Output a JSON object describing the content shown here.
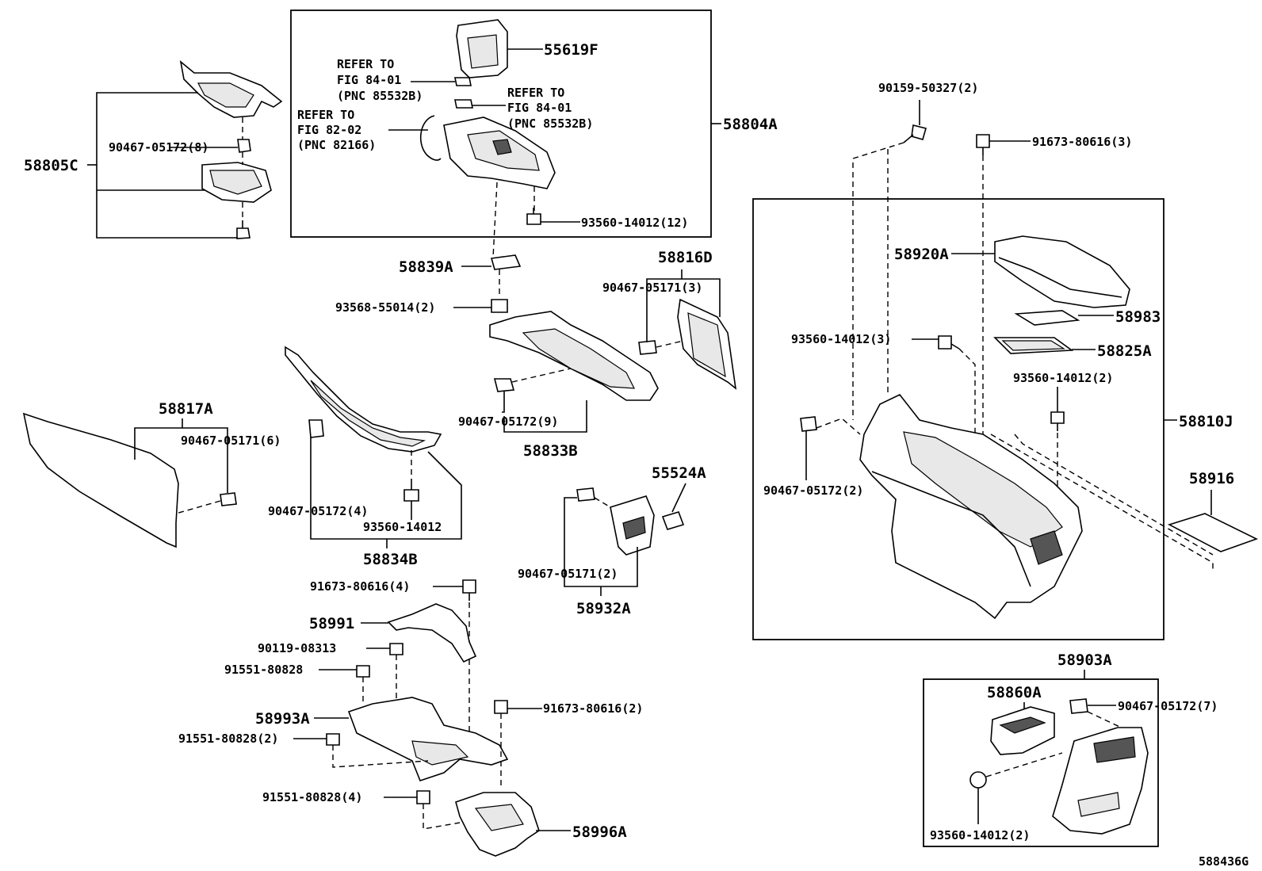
{
  "figure_id": "588436G",
  "labels": {
    "p55619F": "55619F",
    "p58804A": "58804A",
    "p58805C": "58805C",
    "ref85532_1": "REFER TO",
    "ref85532_2": "FIG 84-01",
    "ref85532_3": "(PNC 85532B)",
    "ref85532b_1": "REFER TO",
    "ref85532b_2": "FIG 84-01",
    "ref85532b_3": "(PNC 85532B)",
    "ref82166_1": "REFER TO",
    "ref82166_2": "FIG 82-02",
    "ref82166_3": "(PNC 82166)",
    "c90467_05172_8": "90467-05172(8)",
    "c93560_14012_12": "93560-14012(12)",
    "p58839A": "58839A",
    "p58816D": "58816D",
    "c90467_05171_3": "90467-05171(3)",
    "c93568_55014_2": "93568-55014(2)",
    "p58817A": "58817A",
    "c90467_05171_6": "90467-05171(6)",
    "c90467_05172_9": "90467-05172(9)",
    "p58833B": "58833B",
    "c90467_05172_4": "90467-05172(4)",
    "c93560_14012": "93560-14012",
    "p58834B": "58834B",
    "p55524A": "55524A",
    "c90467_05171_2": "90467-05171(2)",
    "p58932A": "58932A",
    "c91673_80616_4": "91673-80616(4)",
    "p58991": "58991",
    "c90119_08313": "90119-08313",
    "c91551_80828": "91551-80828",
    "p58993A": "58993A",
    "c91673_80616_2": "91673-80616(2)",
    "c91551_80828_2": "91551-80828(2)",
    "c91551_80828_4": "91551-80828(4)",
    "p58996A": "58996A",
    "c90159_50327_2": "90159-50327(2)",
    "c91673_80616_3": "91673-80616(3)",
    "p58920A": "58920A",
    "p58983": "58983",
    "c93560_14012_3": "93560-14012(3)",
    "p58825A": "58825A",
    "c93560_14012_2a": "93560-14012(2)",
    "p58810J": "58810J",
    "c90467_05172_2": "90467-05172(2)",
    "p58916": "58916",
    "p58903A": "58903A",
    "p58860A": "58860A",
    "c90467_05172_7": "90467-05172(7)",
    "c93560_14012_2b": "93560-14012(2)"
  }
}
